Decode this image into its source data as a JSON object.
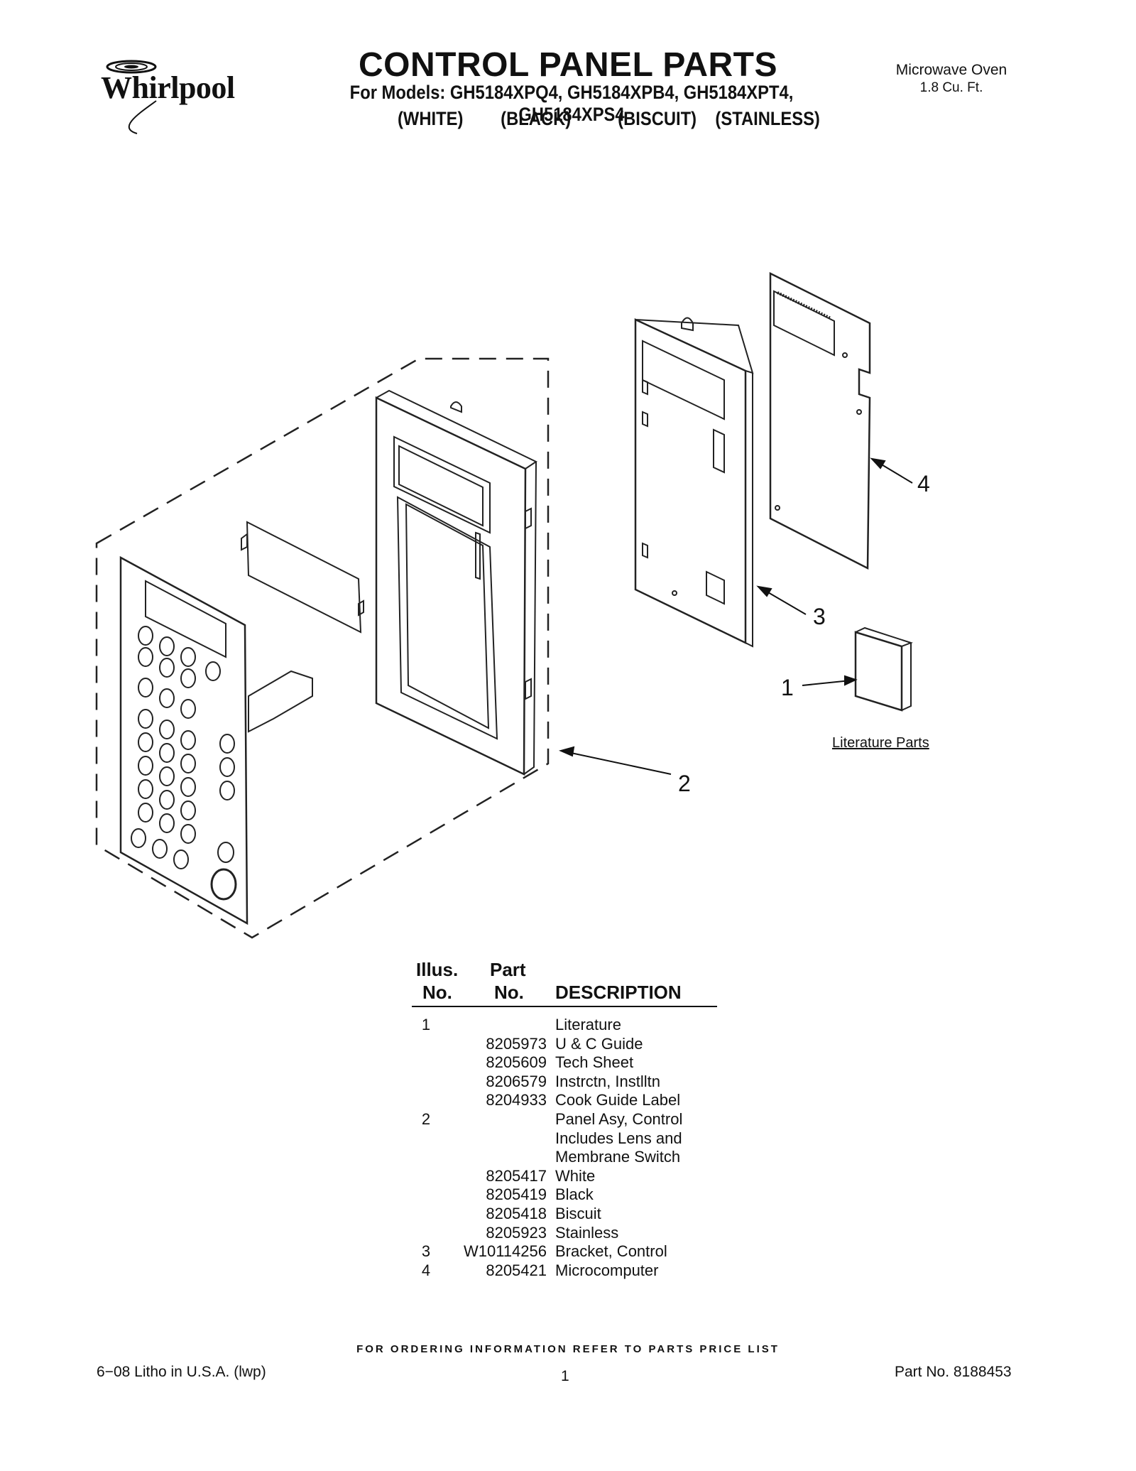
{
  "header": {
    "brand": "Whirlpool",
    "title": "CONTROL PANEL PARTS",
    "models": "For Models: GH5184XPQ4, GH5184XPB4, GH5184XPT4, GH5184XPS4",
    "colors": "(WHITE)        (BLACK)          (BISCUIT)    (STAINLESS)",
    "product_type": "Microwave Oven",
    "product_size": "1.8 Cu. Ft."
  },
  "diagram": {
    "callouts": [
      "1",
      "2",
      "3",
      "4"
    ],
    "literature_caption": "Literature Parts"
  },
  "table": {
    "headers": {
      "illus_line1": "Illus.",
      "illus_line2": "No.",
      "part_line1": "Part",
      "part_line2": "No.",
      "description": "DESCRIPTION"
    },
    "rows": [
      {
        "illus": "1",
        "part": "",
        "desc": "Literature"
      },
      {
        "illus": "",
        "part": "8205973",
        "desc": "U & C Guide"
      },
      {
        "illus": "",
        "part": "8205609",
        "desc": "Tech Sheet"
      },
      {
        "illus": "",
        "part": "8206579",
        "desc": "Instrctn, Instlltn"
      },
      {
        "illus": "",
        "part": "8204933",
        "desc": "Cook Guide Label"
      },
      {
        "illus": "2",
        "part": "",
        "desc": "Panel Asy, Control"
      },
      {
        "illus": "",
        "part": "",
        "desc": "Includes Lens and"
      },
      {
        "illus": "",
        "part": "",
        "desc": "Membrane Switch"
      },
      {
        "illus": "",
        "part": "8205417",
        "desc": "White"
      },
      {
        "illus": "",
        "part": "8205419",
        "desc": "Black"
      },
      {
        "illus": "",
        "part": "8205418",
        "desc": "Biscuit"
      },
      {
        "illus": "",
        "part": "8205923",
        "desc": "Stainless"
      },
      {
        "illus": "3",
        "part": "W10114256",
        "desc": "Bracket, Control"
      },
      {
        "illus": "4",
        "part": "8205421",
        "desc": "Microcomputer"
      }
    ]
  },
  "footer": {
    "ordering_note": "FOR ORDERING INFORMATION REFER TO PARTS PRICE LIST",
    "litho": "6−08 Litho in U.S.A. (lwp)",
    "page": "1",
    "part_no": "Part No. 8188453"
  }
}
